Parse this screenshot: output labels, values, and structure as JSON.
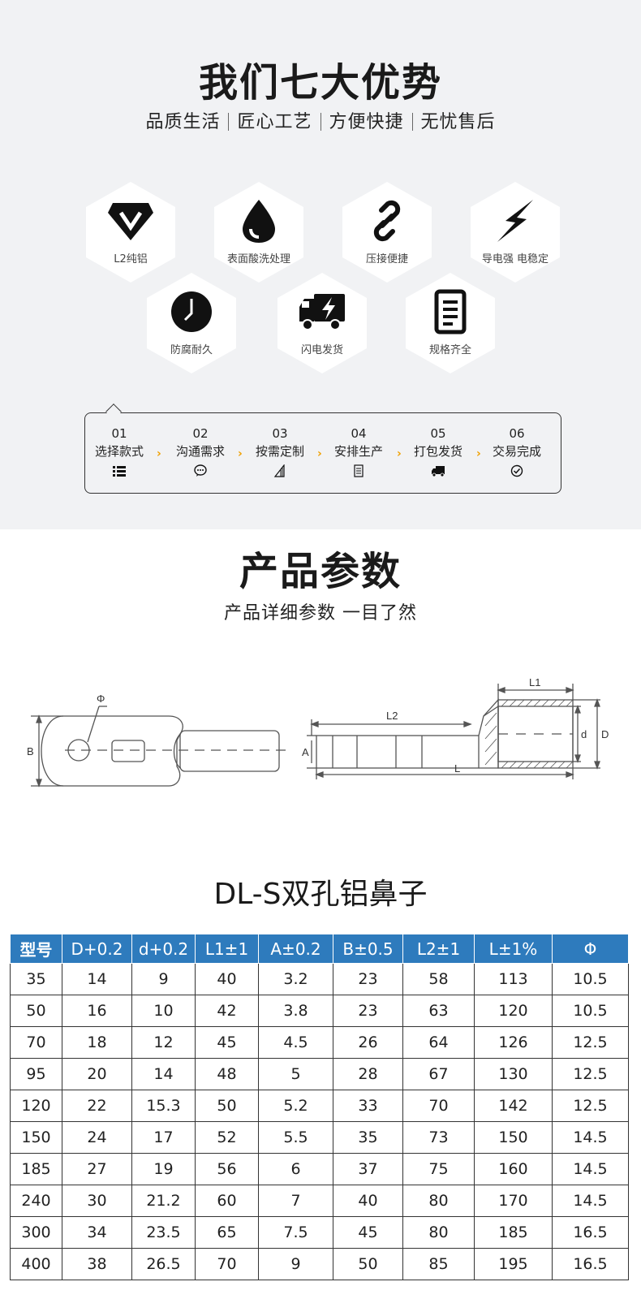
{
  "advantages": {
    "title": "我们七大优势",
    "subtitle": [
      "品质生活",
      "匠心工艺",
      "方便快捷",
      "无忧售后"
    ],
    "items": [
      {
        "label": "L2纯铝",
        "icon": "diamond-v-icon"
      },
      {
        "label": "表面酸洗处理",
        "icon": "water-drop-icon"
      },
      {
        "label": "压接便捷",
        "icon": "link-icon"
      },
      {
        "label": "导电强 电稳定",
        "icon": "lightning-icon"
      },
      {
        "label": "防腐耐久",
        "icon": "clock-icon"
      },
      {
        "label": "闪电发货",
        "icon": "delivery-truck-icon"
      },
      {
        "label": "规格齐全",
        "icon": "document-icon"
      }
    ]
  },
  "process": {
    "steps": [
      {
        "num": "01",
        "label": "选择款式",
        "icon": "list-icon"
      },
      {
        "num": "02",
        "label": "沟通需求",
        "icon": "chat-icon"
      },
      {
        "num": "03",
        "label": "按需定制",
        "icon": "ruler-icon"
      },
      {
        "num": "04",
        "label": "安排生产",
        "icon": "doc-icon"
      },
      {
        "num": "05",
        "label": "打包发货",
        "icon": "truck-icon"
      },
      {
        "num": "06",
        "label": "交易完成",
        "icon": "check-circle-icon"
      }
    ],
    "arrow": "›"
  },
  "params": {
    "title": "产品参数",
    "subtitle": "产品详细参数 一目了然"
  },
  "diagram": {
    "labels": {
      "phi": "Φ",
      "B": "B",
      "A": "A",
      "L2": "L2",
      "L": "L",
      "L1": "L1",
      "d": "d",
      "D": "D"
    }
  },
  "model": {
    "title": "DL-S双孔铝鼻子"
  },
  "table": {
    "headers": [
      "型号",
      "D+0.2",
      "d+0.2",
      "L1±1",
      "A±0.2",
      "B±0.5",
      "L2±1",
      "L±1%",
      "Φ"
    ],
    "rows": [
      [
        "35",
        "14",
        "9",
        "40",
        "3.2",
        "23",
        "58",
        "113",
        "10.5"
      ],
      [
        "50",
        "16",
        "10",
        "42",
        "3.8",
        "23",
        "63",
        "120",
        "10.5"
      ],
      [
        "70",
        "18",
        "12",
        "45",
        "4.5",
        "26",
        "64",
        "126",
        "12.5"
      ],
      [
        "95",
        "20",
        "14",
        "48",
        "5",
        "28",
        "67",
        "130",
        "12.5"
      ],
      [
        "120",
        "22",
        "15.3",
        "50",
        "5.2",
        "33",
        "70",
        "142",
        "12.5"
      ],
      [
        "150",
        "24",
        "17",
        "52",
        "5.5",
        "35",
        "73",
        "150",
        "14.5"
      ],
      [
        "185",
        "27",
        "19",
        "56",
        "6",
        "37",
        "75",
        "160",
        "14.5"
      ],
      [
        "240",
        "30",
        "21.2",
        "60",
        "7",
        "40",
        "80",
        "170",
        "14.5"
      ],
      [
        "300",
        "34",
        "23.5",
        "65",
        "7.5",
        "45",
        "80",
        "185",
        "16.5"
      ],
      [
        "400",
        "38",
        "26.5",
        "70",
        "9",
        "50",
        "85",
        "195",
        "16.5"
      ]
    ]
  },
  "colors": {
    "header_blue": "#2e7bbd",
    "arrow_orange": "#f0a000",
    "section_bg": "#f1f2f4"
  }
}
